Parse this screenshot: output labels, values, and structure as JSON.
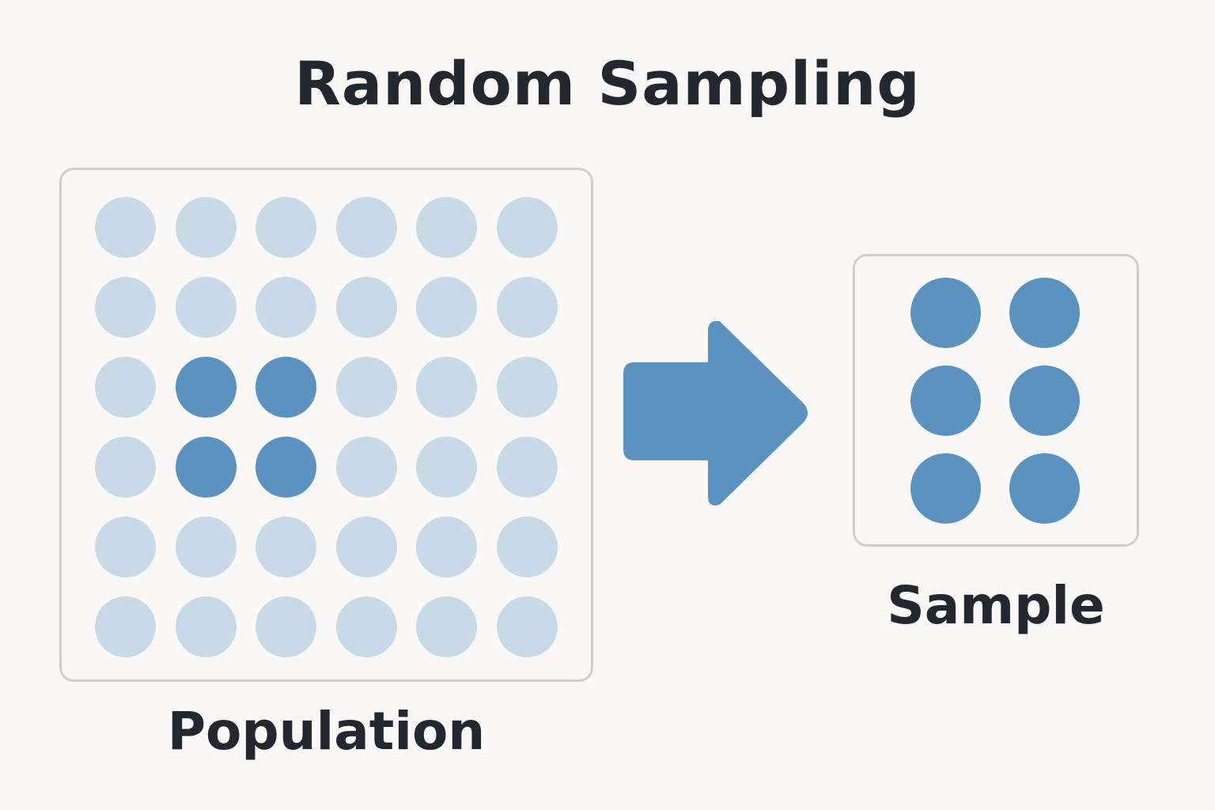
{
  "diagram": {
    "title": "Random Sampling",
    "population": {
      "label": "Population",
      "rows": 6,
      "cols": 6,
      "selected": [
        [
          2,
          1
        ],
        [
          2,
          2
        ],
        [
          3,
          1
        ],
        [
          3,
          2
        ]
      ]
    },
    "sample": {
      "label": "Sample",
      "rows": 3,
      "cols": 2
    }
  },
  "colors": {
    "background": "#f9f8f6",
    "unselected_dot": "#c9dae7",
    "selected_dot": "#5b92c0",
    "arrow": "#5b92c0",
    "border": "#cfcfcf",
    "text": "#24272d"
  },
  "icons": {
    "arrow": "right-arrow-icon"
  }
}
